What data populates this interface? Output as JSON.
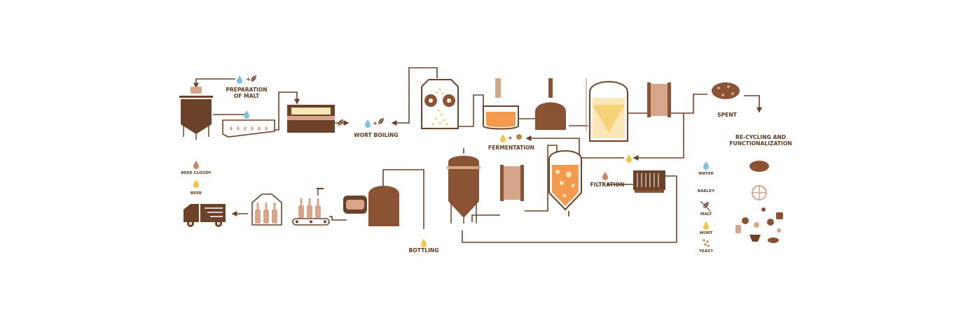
{
  "labels": {
    "preparation_line1": "PREPARATION",
    "preparation_line2": "OF MALT",
    "wort_boiling": "WORT BOILING",
    "fermentation": "FERMENTATION",
    "spent": "SPENT",
    "recycling_line1": "RE-CYCLING AND",
    "recycling_line2": "FUNCTIONALIZATION",
    "filtration": "FILTRATION",
    "bottling": "BOTTLING"
  },
  "legend_left": [
    {
      "label": "BEER CLOUDY",
      "icon": "drop-icon",
      "color": "#c9876a"
    },
    {
      "label": "BEER",
      "icon": "drop-icon",
      "color": "#f3c64a"
    }
  ],
  "legend_right": [
    {
      "label": "WATER",
      "icon": "drop-icon",
      "color": "#7fc3e3"
    },
    {
      "label": "BARLEY",
      "icon": "barley-icon",
      "color": "#6b4228"
    },
    {
      "label": "MALT",
      "icon": "malt-icon",
      "color": "#6b4228"
    },
    {
      "label": "WORT",
      "icon": "drop-icon",
      "color": "#f3c64a"
    },
    {
      "label": "YEAST",
      "icon": "yeast-icon",
      "color": "#b8874a"
    }
  ],
  "colors": {
    "dark_brown": "#6b4228",
    "medium_brown": "#8a5434",
    "light_brown": "#d7a58a",
    "water_blue": "#7fc3e3",
    "wort_yellow": "#f3c64a",
    "beer_orange": "#f39a4f",
    "cream": "#fbe6b8"
  }
}
